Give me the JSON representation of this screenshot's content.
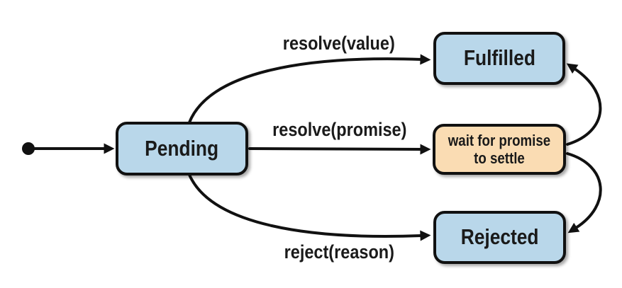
{
  "diagram": {
    "description": "Promise state machine diagram",
    "background": "#ffffff",
    "colors": {
      "state_fill_blue": "#b9d7ea",
      "state_fill_orange": "#fadcb3",
      "stroke": "#111111",
      "text": "#1a1a1a"
    },
    "nodes": {
      "start": {
        "icon": "initial-state-dot"
      },
      "pending": {
        "label": "Pending"
      },
      "fulfilled": {
        "label": "Fulfilled"
      },
      "wait": {
        "label": "wait for promise\nto settle"
      },
      "rejected": {
        "label": "Rejected"
      }
    },
    "edges": {
      "start_pending": {
        "label": ""
      },
      "resolve_value": {
        "label": "resolve(value)"
      },
      "resolve_promise": {
        "label": "resolve(promise)"
      },
      "reject_reason": {
        "label": "reject(reason)"
      },
      "wait_fulfilled": {
        "label": ""
      },
      "wait_rejected": {
        "label": ""
      }
    }
  }
}
